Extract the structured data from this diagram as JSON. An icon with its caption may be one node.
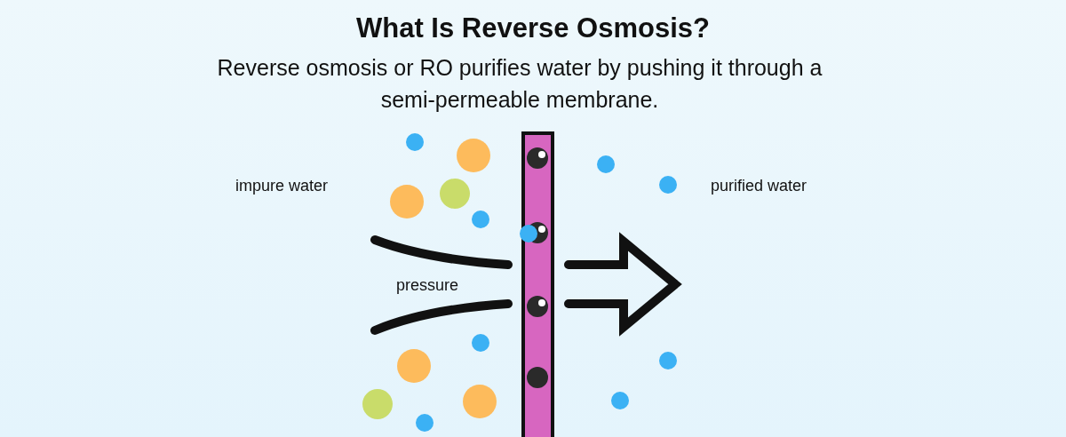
{
  "diagram": {
    "title": "What Is Reverse Osmosis?",
    "labels": [
      "Reverse osmosis or RO purifies water by pushing it through a semi-permeable membrane.",
      "impure water",
      "pressure",
      "purified water"
    ]
  }
}
